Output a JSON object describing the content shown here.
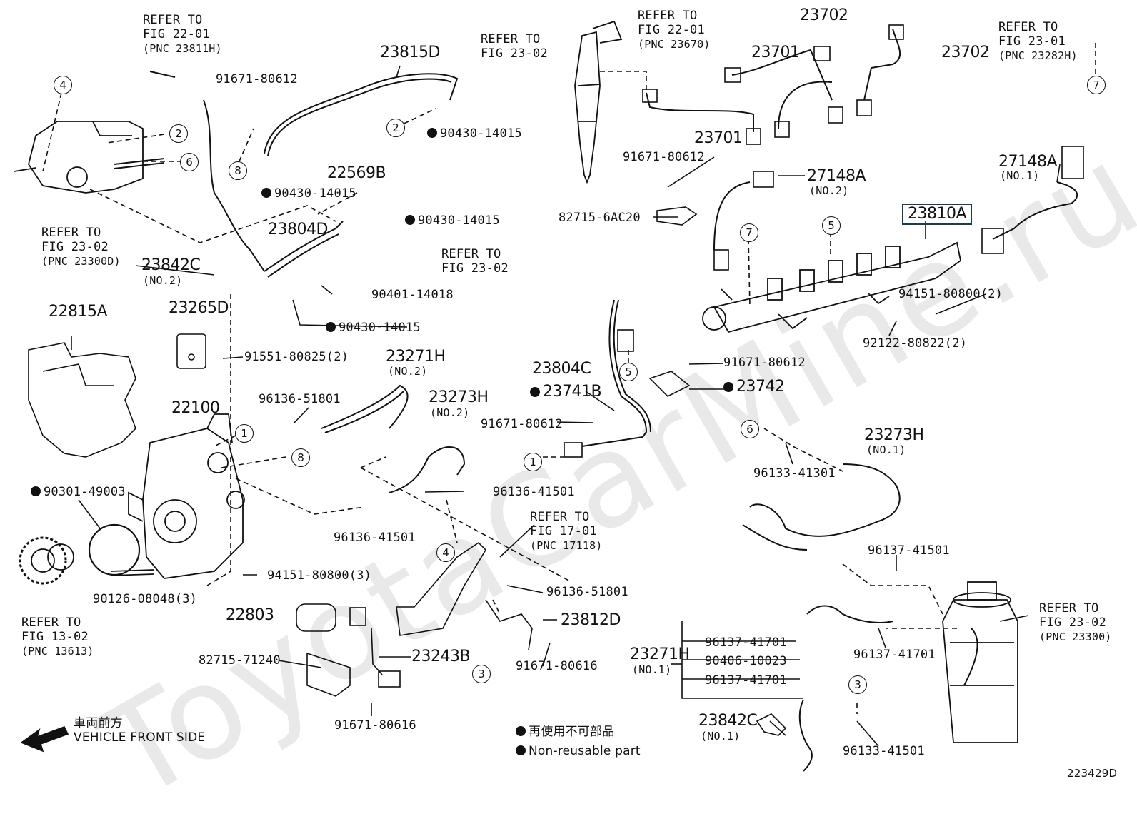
{
  "watermark": "ToyotaCarMine.ru",
  "diagram_code": "223429D",
  "parts": {
    "p23815D": "23815D",
    "p23804D": "23804D",
    "p23842C_2": "23842C",
    "p23842C_2_sub": "(NO.2)",
    "p22569B": "22569B",
    "p22815A": "22815A",
    "p23265D": "23265D",
    "p22100": "22100",
    "p23271H_2": "23271H",
    "p23271H_2_sub": "(NO.2)",
    "p23273H_2": "23273H",
    "p23273H_2_sub": "(NO.2)",
    "p23804C": "23804C",
    "p23741B": "23741B",
    "p23742": "23742",
    "p23701a": "23701",
    "p23701b": "23701",
    "p23702a": "23702",
    "p23702b": "23702",
    "p27148A_2": "27148A",
    "p27148A_2_sub": "(NO.2)",
    "p27148A_1": "27148A",
    "p27148A_1_sub": "(NO.1)",
    "p23810A": "23810A",
    "p23273H_1": "23273H",
    "p23273H_1_sub": "(NO.1)",
    "p22803": "22803",
    "p23243B": "23243B",
    "p23812D": "23812D",
    "p23271H_1": "23271H",
    "p23271H_1_sub": "(NO.1)",
    "p23842C_1": "23842C",
    "p23842C_1_sub": "(NO.1)"
  },
  "numbers": {
    "n91671_80612_a": "91671-80612",
    "n90430_14015_a": "90430-14015",
    "n90430_14015_b": "90430-14015",
    "n90430_14015_c": "90430-14015",
    "n90430_14015_d": "90430-14015",
    "n90401_14018": "90401-14018",
    "n91551_80825": "91551-80825(2)",
    "n96136_51801_a": "96136-51801",
    "n91671_80612_b": "91671-80612",
    "n96136_41501_a": "96136-41501",
    "n96136_41501_b": "96136-41501",
    "n90301_49003": "90301-49003",
    "n94151_80800_3": "94151-80800(3)",
    "n90126_08048": "90126-08048(3)",
    "n82715_71240": "82715-71240",
    "n91671_80616_a": "91671-80616",
    "n91671_80616_b": "91671-80616",
    "n96136_51801_b": "96136-51801",
    "n91671_80612_c": "91671-80612",
    "n82715_6AC20": "82715-6AC20",
    "n91671_80612_d": "91671-80612",
    "n94151_80800_2": "94151-80800(2)",
    "n92122_80822": "92122-80822(2)",
    "n96133_41301": "96133-41301",
    "n96137_41501": "96137-41501",
    "n96137_41701_a": "96137-41701",
    "n90406_10023": "90406-10023",
    "n96137_41701_b": "96137-41701",
    "n96137_41701_c": "96137-41701",
    "n96133_41501": "96133-41501"
  },
  "refs": {
    "r1_l1": "REFER TO",
    "r1_l2": "FIG 22-01",
    "r1_l3": "(PNC 23811H)",
    "r2_l1": "REFER TO",
    "r2_l2": "FIG 23-02",
    "r3_l1": "REFER TO",
    "r3_l2": "FIG 22-01",
    "r3_l3": "(PNC 23670)",
    "r4_l1": "REFER TO",
    "r4_l2": "FIG 23-01",
    "r4_l3": "(PNC 23282H)",
    "r5_l1": "REFER TO",
    "r5_l2": "FIG 23-02",
    "r5_l3": "(PNC 23300D)",
    "r6_l1": "REFER TO",
    "r6_l2": "FIG 23-02",
    "r7_l1": "REFER TO",
    "r7_l2": "FIG 17-01",
    "r7_l3": "(PNC 17118)",
    "r8_l1": "REFER TO",
    "r8_l2": "FIG 13-02",
    "r8_l3": "(PNC 13613)",
    "r9_l1": "REFER TO",
    "r9_l2": "FIG 23-02",
    "r9_l3": "(PNC 23300)"
  },
  "circles": {
    "c4a": "4",
    "c2a": "2",
    "c6a": "6",
    "c8a": "8",
    "c2b": "2",
    "c7a": "7",
    "c7b": "7",
    "c5a": "5",
    "c5b": "5",
    "c1a": "1",
    "c8b": "8",
    "c1b": "1",
    "c4b": "4",
    "c3a": "3",
    "c6b": "6",
    "c3b": "3"
  },
  "legend": {
    "front_jp": "車両前方",
    "front_en": "VEHICLE FRONT SIDE",
    "nonreuse_jp": "再使用不可部品",
    "nonreuse_en": "Non-reusable part"
  }
}
